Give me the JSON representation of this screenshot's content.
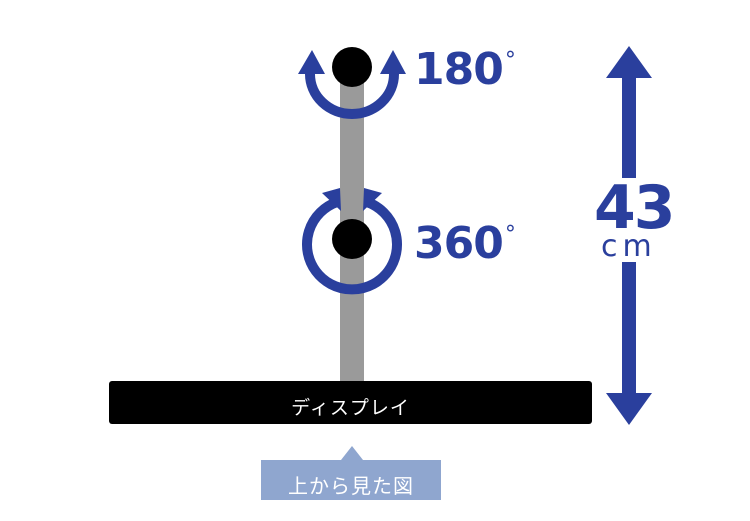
{
  "diagram": {
    "rotation_top": {
      "value": "180",
      "unit": "°"
    },
    "rotation_middle": {
      "value": "360",
      "unit": "°"
    },
    "height": {
      "value": "43",
      "unit": "cm"
    },
    "display_label": "ディスプレイ",
    "view_caption": "上から見た図"
  },
  "colors": {
    "accent": "#2a3f9d",
    "pole": "#9a9a9a",
    "joint": "#000000",
    "display": "#000000",
    "caption_bg": "#8fa6cf"
  }
}
